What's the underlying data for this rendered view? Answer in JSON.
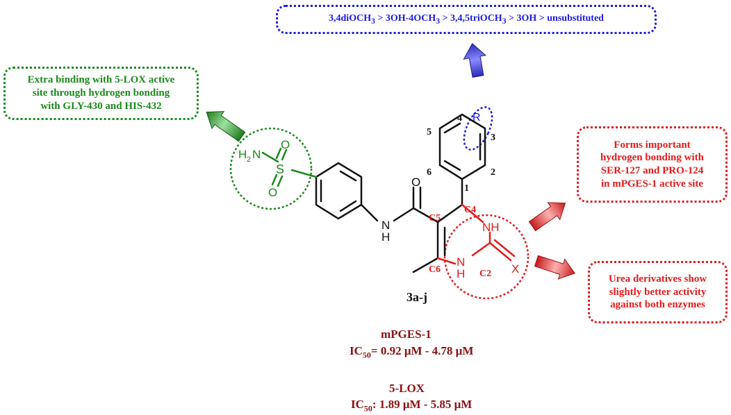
{
  "sar_box": {
    "p1": "3,4diOCH",
    "s1": "3",
    "p2": " > 3OH-4OCH",
    "s2": "3",
    "p3": " > 3,4,5triOCH",
    "s3": "3",
    "p4": " > 3OH > unsubstituted"
  },
  "sulfonamide_box": {
    "lines": [
      "Extra binding with 5-LOX active",
      "site through hydrogen bonding",
      "with GLY-430 and HIS-432"
    ]
  },
  "mpges_box": {
    "lines": [
      "Forms important",
      "hydrogen bonding with",
      "SER-127 and PRO-124",
      "in mPGES-1 active site"
    ]
  },
  "urea_box": {
    "lines": [
      "Urea derivatives show",
      "slightly better activity",
      "against both enzymes"
    ]
  },
  "compound": {
    "label": "3a-j",
    "atoms": {
      "R": "R",
      "NH_top": "NH",
      "NH_bottom_N": "N",
      "NH_bottom_H": "H",
      "X": "X",
      "O_amide": "O",
      "NH_amide_N": "N",
      "NH_amide_H": "H",
      "H2N": "H",
      "two": "2",
      "N_sulf": "N",
      "S": "S",
      "O_top": "O",
      "O_bottom": "O"
    },
    "positions": {
      "c1": "1",
      "c2": "2",
      "c3": "3",
      "c4": "4",
      "c5": "5",
      "c6": "6",
      "C2": "C2",
      "C4": "C4",
      "C5": "C5",
      "C6": "C6"
    }
  },
  "activity": {
    "mpges_title": "mPGES-1",
    "ic50_prefix": "IC",
    "ic50_sub": "50",
    "mpges_value": "=  0.92 μM - 4.78 μM",
    "lox_title": "5-LOX",
    "lox_value": ":  1.89 μM - 5.85 μM"
  },
  "colors": {
    "blue": "#1a1ae6",
    "green": "#1a8a1a",
    "red": "#e61a1a",
    "dark_red": "#8b1111"
  }
}
